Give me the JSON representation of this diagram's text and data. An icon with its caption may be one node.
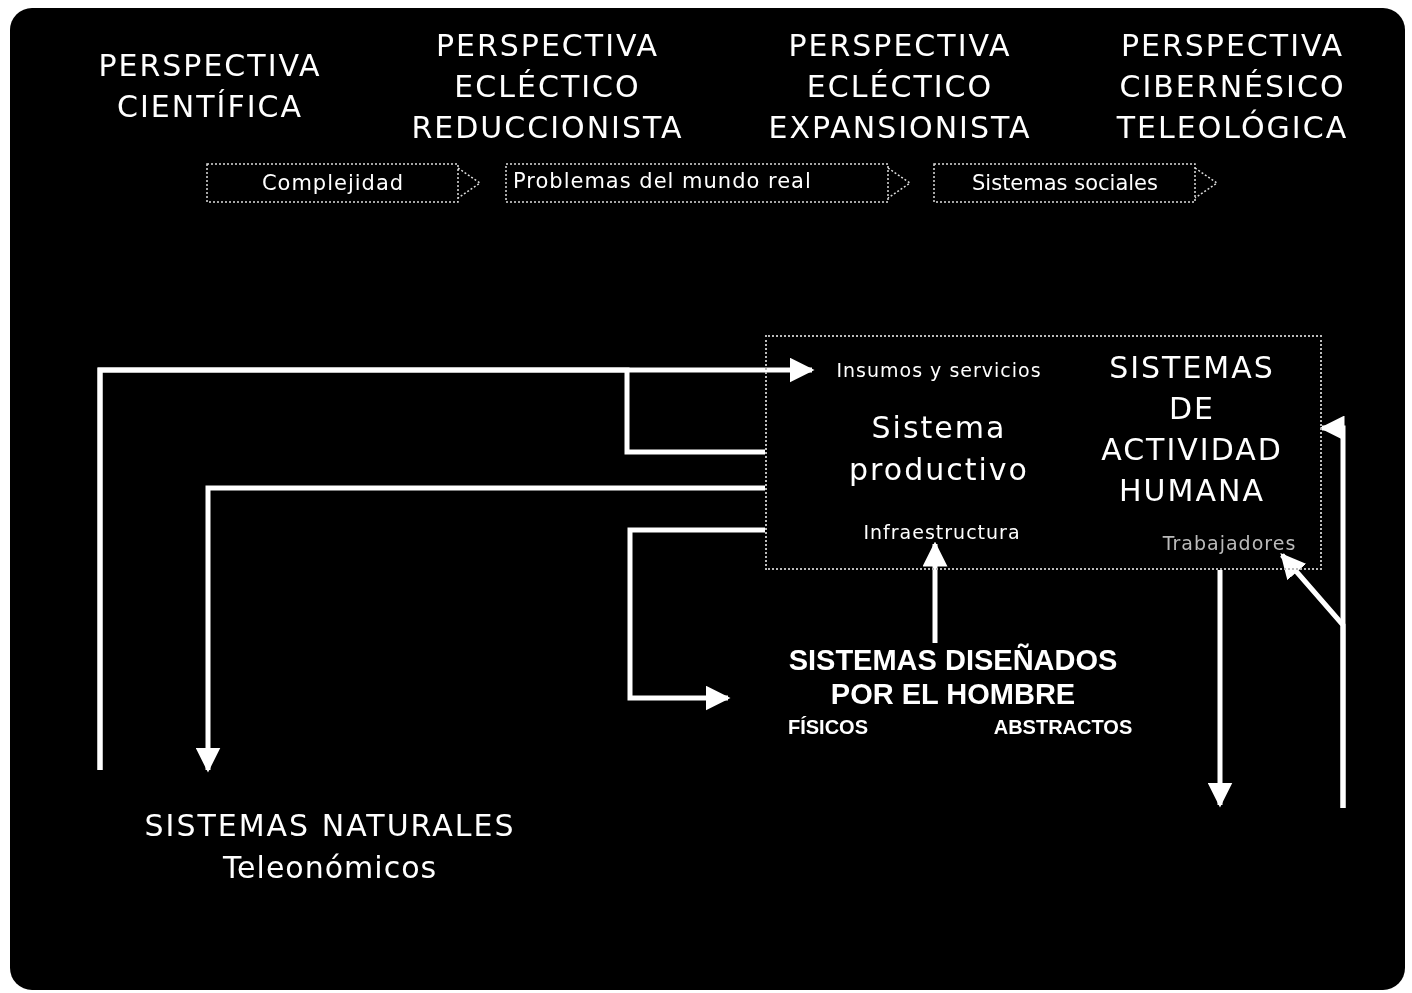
{
  "diagram": {
    "nodes": [
      {
        "text": [
          "PERSPECTIVA CIENTÍFICA"
        ]
      },
      {
        "text": [
          "PERSPECTIVA ECLÉCTICO REDUCCIONISTA"
        ]
      },
      {
        "text": [
          "PERSPECTIVA ECLÉCTICO EXPANSIONISTA"
        ]
      },
      {
        "text": [
          "PERSPECTIVA CIBERNÉSICO TELEOLÓGICA"
        ]
      },
      {
        "text": [
          "Complejidad"
        ]
      },
      {
        "text": [
          "Problemas del mundo real"
        ]
      },
      {
        "text": [
          "Sistemas sociales"
        ]
      },
      {
        "text": [
          "SISTEMAS DE ACTIVIDAD HUMANA"
        ]
      },
      {
        "text": [
          "Insumos y servicios"
        ],
        "in": 7
      },
      {
        "text": [
          "Sistema productivo"
        ],
        "in": 7
      },
      {
        "text": [
          "Infraestructura"
        ],
        "in": 7
      },
      {
        "text": [
          "Trabajadores"
        ],
        "in": 7
      },
      {
        "text": [
          "SISTEMAS DISEÑADOS POR EL HOMBRE",
          "FÍSICOS",
          "ABSTRACTOS"
        ]
      },
      {
        "text": [
          "SISTEMAS NATURALES",
          "Teleonómicos"
        ]
      }
    ],
    "edges": [
      {
        "from": 13,
        "to": 8,
        "arrow": "to"
      },
      {
        "from": 13,
        "to": 7,
        "arrow": "none"
      },
      {
        "from": 7,
        "to": 13,
        "arrow": "to"
      },
      {
        "from": 7,
        "to": 12,
        "arrow": "to"
      },
      {
        "from": 12,
        "to": 10,
        "arrow": "to"
      },
      {
        "from": 7,
        "to": null,
        "arrow": "to"
      },
      {
        "from": null,
        "to": 7,
        "arrow": "to"
      },
      {
        "from": null,
        "to": 11,
        "arrow": "to"
      }
    ]
  }
}
